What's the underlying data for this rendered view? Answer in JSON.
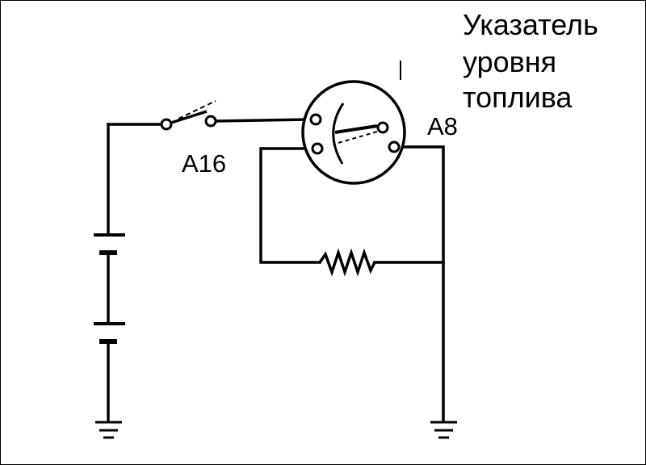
{
  "title": {
    "line1": "Указатель",
    "line2": "уровня",
    "line3": "топлива"
  },
  "labels": {
    "switch": "A16",
    "gauge_terminal": "A8"
  },
  "colors": {
    "ink": "#000000",
    "background": "#ffffff"
  }
}
